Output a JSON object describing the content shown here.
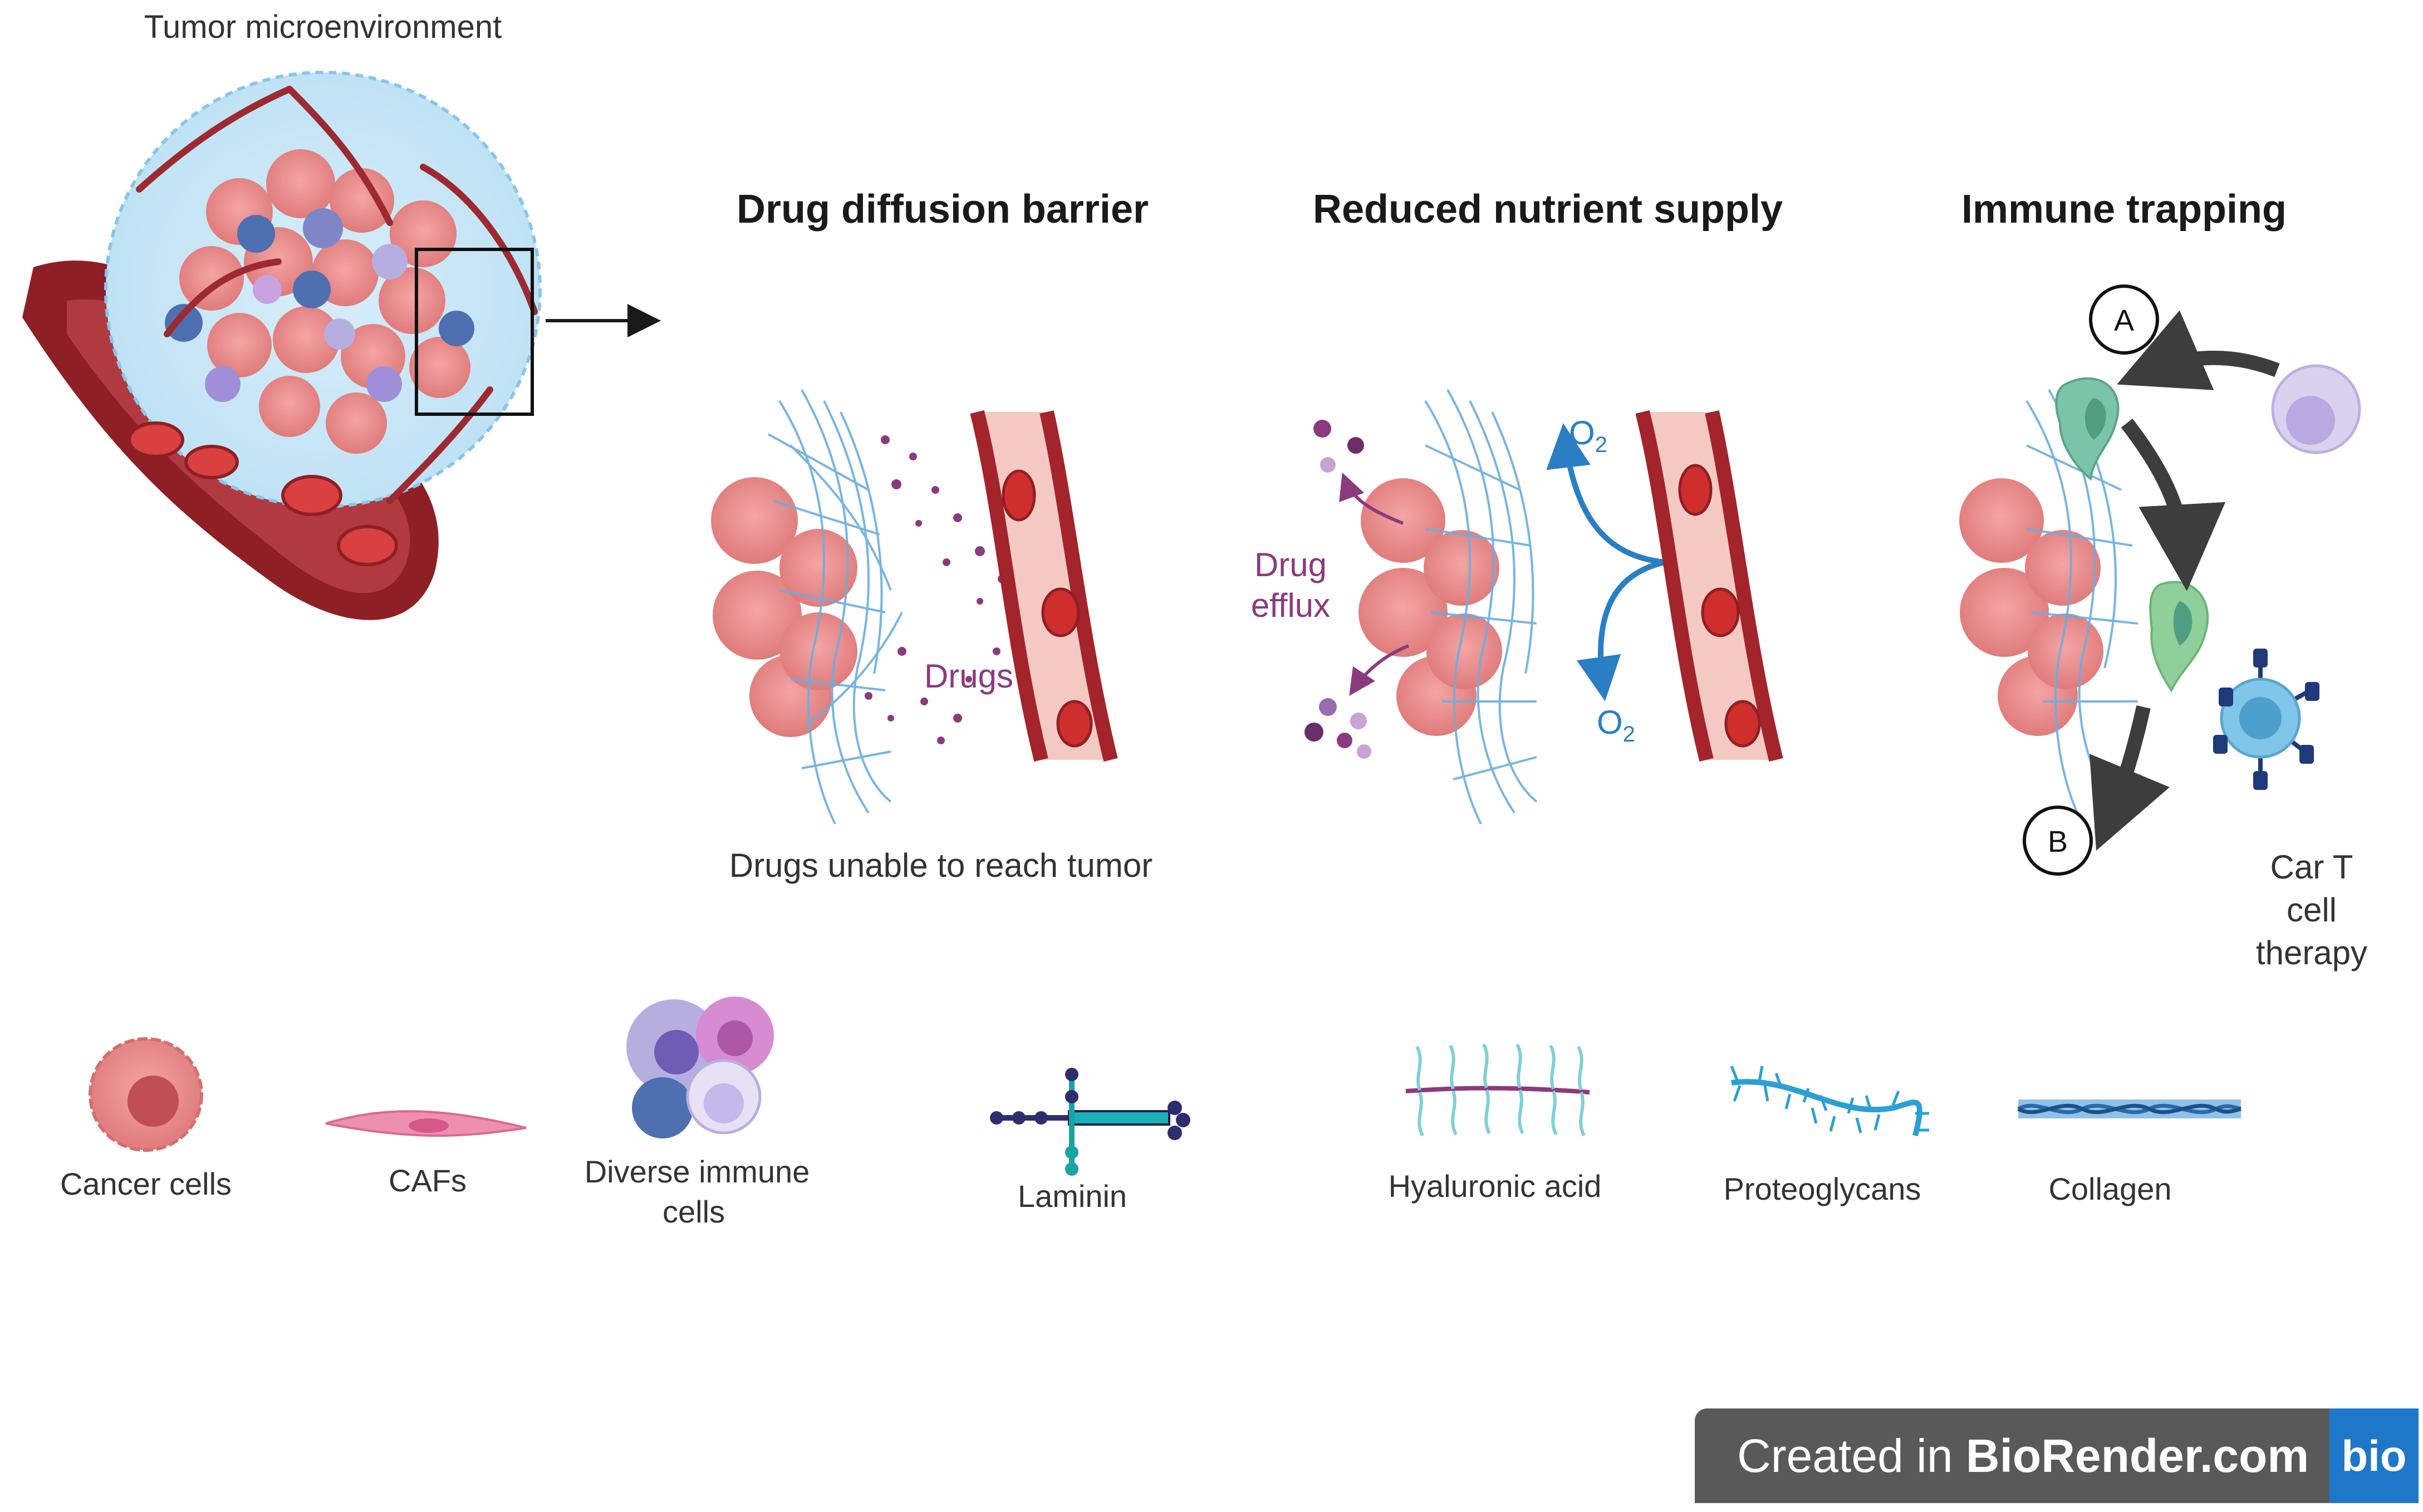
{
  "title": "Tumor microenvironment",
  "panels": {
    "diffusion": {
      "heading": "Drug diffusion barrier",
      "drugs_label": "Drugs",
      "caption": "Drugs unable to reach tumor"
    },
    "nutrient": {
      "heading": "Reduced nutrient supply",
      "efflux_line1": "Drug",
      "efflux_line2": "efflux",
      "o2_top": "O",
      "o2_bottom": "O",
      "o2_sub": "2"
    },
    "immune": {
      "heading": "Immune trapping",
      "marker_a": "A",
      "marker_b": "B",
      "cart_line1": "Car T",
      "cart_line2": "cell",
      "cart_line3": "therapy"
    }
  },
  "legend": {
    "cancer": "Cancer cells",
    "cafs": "CAFs",
    "immune_line1": "Diverse immune",
    "immune_line2": "cells",
    "laminin": "Laminin",
    "hyaluronic": "Hyaluronic acid",
    "proteoglycans": "Proteoglycans",
    "collagen": "Collagen"
  },
  "watermark": {
    "prefix": "Created in ",
    "brand": "BioRender.com",
    "logo": "bio"
  },
  "colors": {
    "vessel": "#a3242a",
    "fiber": "#6aaede",
    "cancer": "#e88c8c",
    "drug": "#8b3a7e",
    "o2": "#2a7fc4",
    "arrow": "#3d3d3d",
    "immune_green": "#7cc4a8",
    "cart_blue": "#7fc6e8"
  }
}
